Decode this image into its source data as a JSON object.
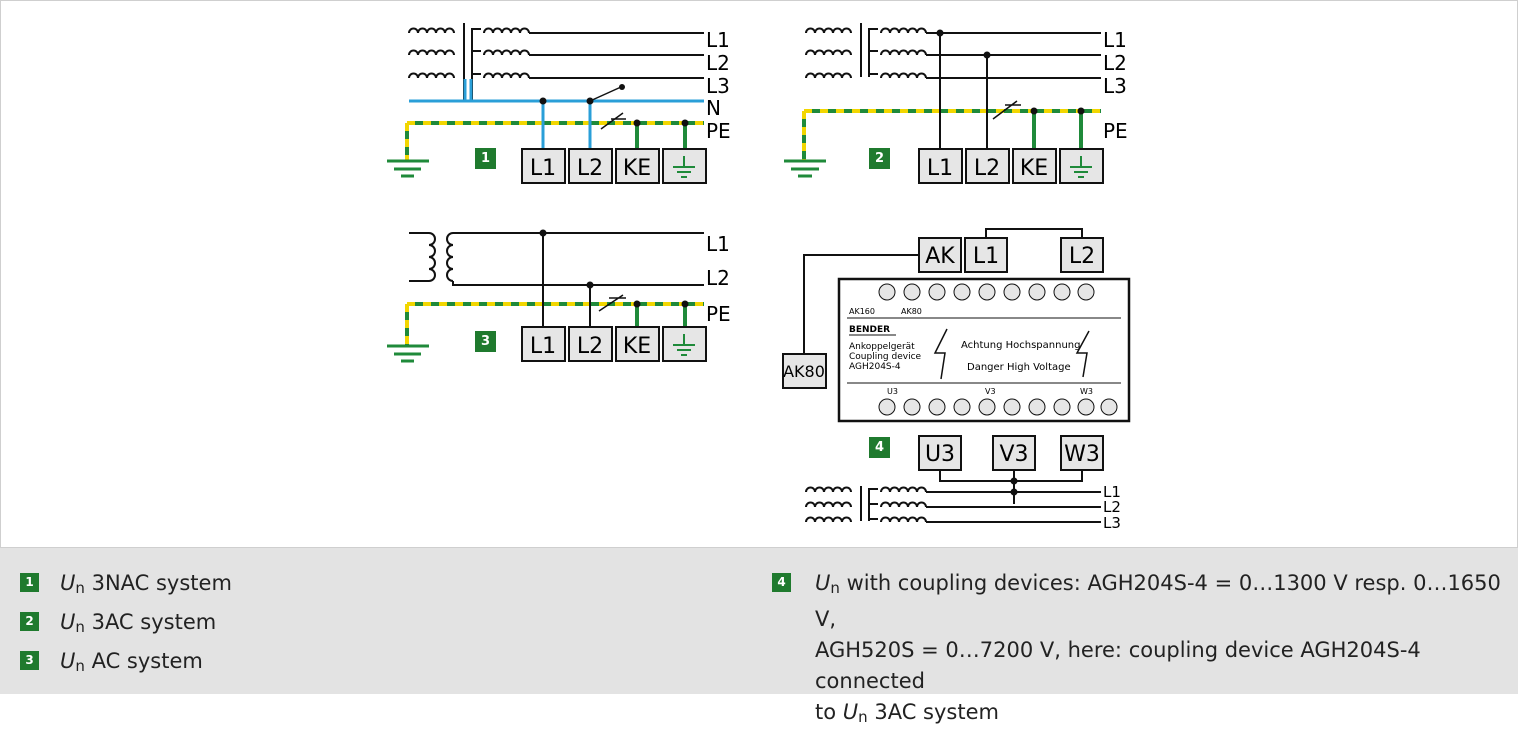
{
  "diagram1": {
    "badge": "1",
    "line_labels": [
      "L1",
      "L2",
      "L3",
      "N",
      "PE"
    ],
    "terminals": [
      "L1",
      "L2",
      "KE",
      "⏚"
    ]
  },
  "diagram2": {
    "badge": "2",
    "line_labels": [
      "L1",
      "L2",
      "L3",
      "PE"
    ],
    "terminals": [
      "L1",
      "L2",
      "KE",
      "⏚"
    ]
  },
  "diagram3": {
    "badge": "3",
    "line_labels": [
      "L1",
      "L2",
      "PE"
    ],
    "terminals": [
      "L1",
      "L2",
      "KE",
      "⏚"
    ]
  },
  "diagram4": {
    "badge": "4",
    "top_terminals": [
      "AK",
      "L1",
      "L2"
    ],
    "side_terminal": "AK80",
    "bottom_terminals": [
      "U3",
      "V3",
      "W3"
    ],
    "line_labels": [
      "L1",
      "L2",
      "L3"
    ],
    "device": {
      "pin_labels_top": [
        "AK160",
        "AK80"
      ],
      "brand": "BENDER",
      "name_de": "Ankoppelgerät",
      "name_en": "Coupling device",
      "model": "AGH204S-4",
      "warning_de": "Achtung  Hochspannung",
      "warning_en": "Danger   High Voltage",
      "pin_labels_bottom": [
        "U3",
        "V3",
        "W3"
      ]
    }
  },
  "legend": {
    "items": [
      {
        "badge": "1",
        "text": "3NAC system"
      },
      {
        "badge": "2",
        "text": "3AC system"
      },
      {
        "badge": "3",
        "text": "AC system"
      },
      {
        "badge": "4",
        "line1": "with coupling devices: AGH204S-4 = 0…1300 V resp. 0…1650 V,",
        "line2": "AGH520S = 0…7200 V, here: coupling device AGH204S-4 connected",
        "line3_pre": "to",
        "line3_post": "3AC system"
      }
    ],
    "un_symbol": "U",
    "un_sub": "n"
  },
  "colors": {
    "neutral": "#2a9fd8",
    "pe_green": "#1f8a3a",
    "pe_yellow": "#f2d600",
    "badge": "#1f7a2e",
    "terminal_fill": "#e6e6e6"
  }
}
